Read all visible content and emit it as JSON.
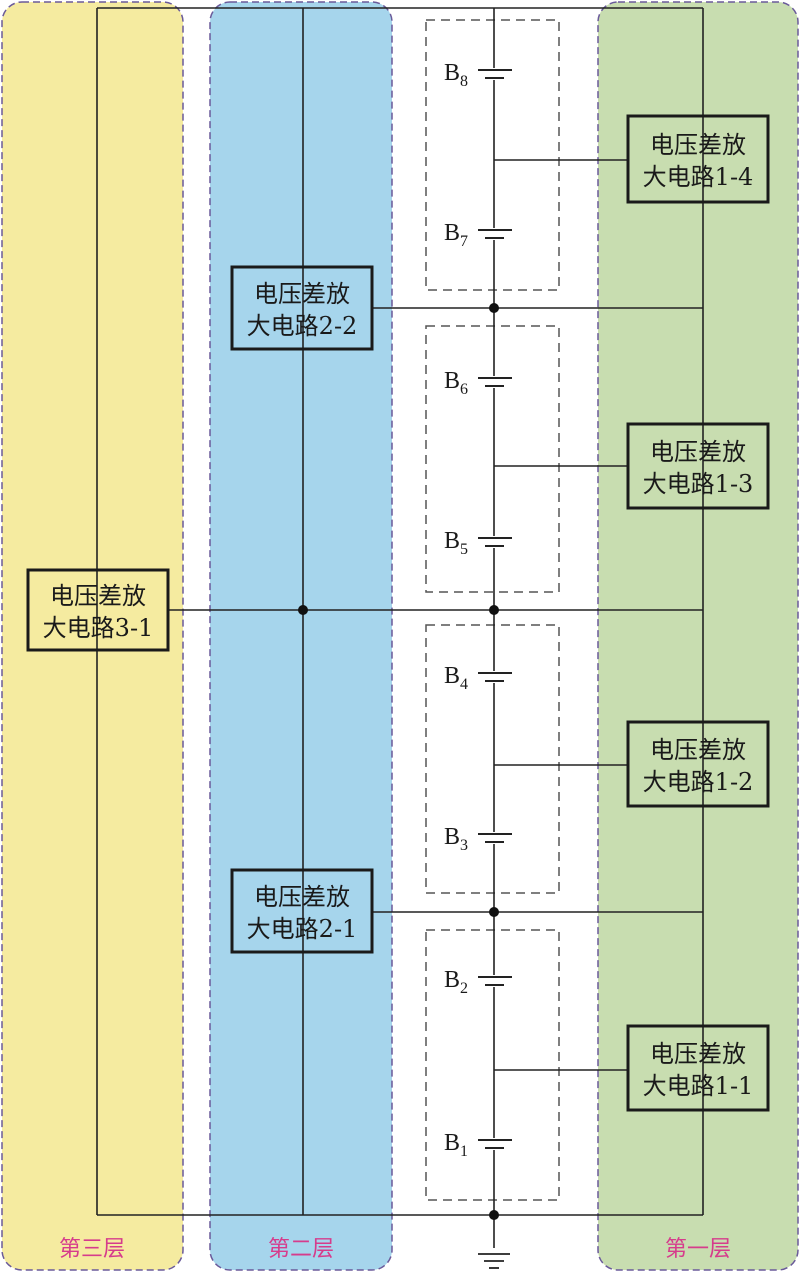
{
  "colors": {
    "layer3": "#f5eba0",
    "layer2": "#a6d5ec",
    "layer1": "#c8ddb0",
    "border": "#6a5a9a",
    "label": "#d63c8c"
  },
  "layers": [
    {
      "label": "第三层"
    },
    {
      "label": "第二层"
    },
    {
      "label": "第一层"
    }
  ],
  "amplifiers": [
    {
      "line1": "电压差放",
      "line2": "大电路3-1"
    },
    {
      "line1": "电压差放",
      "line2": "大电路2-2"
    },
    {
      "line1": "电压差放",
      "line2": "大电路2-1"
    },
    {
      "line1": "电压差放",
      "line2": "大电路1-4"
    },
    {
      "line1": "电压差放",
      "line2": "大电路1-3"
    },
    {
      "line1": "电压差放",
      "line2": "大电路1-2"
    },
    {
      "line1": "电压差放",
      "line2": "大电路1-1"
    }
  ],
  "batteries": [
    {
      "letter": "B",
      "index": "8"
    },
    {
      "letter": "B",
      "index": "7"
    },
    {
      "letter": "B",
      "index": "6"
    },
    {
      "letter": "B",
      "index": "5"
    },
    {
      "letter": "B",
      "index": "4"
    },
    {
      "letter": "B",
      "index": "3"
    },
    {
      "letter": "B",
      "index": "2"
    },
    {
      "letter": "B",
      "index": "1"
    }
  ]
}
